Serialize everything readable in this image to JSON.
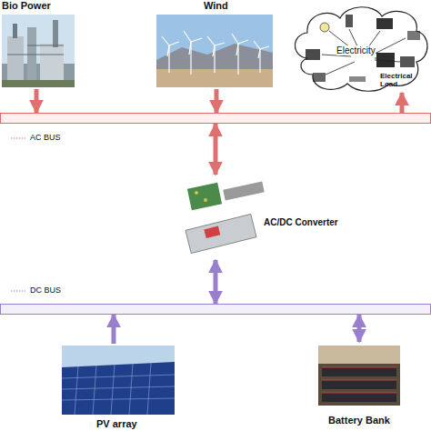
{
  "diagram": {
    "nodes": [
      {
        "text": [
          "Bio Power"
        ]
      },
      {
        "text": [
          "Wind"
        ]
      },
      {
        "text": [
          "Electricity",
          "Electrical Load"
        ]
      },
      {
        "text": [
          "AC BUS"
        ]
      },
      {
        "text": [
          "AC/DC Converter"
        ]
      },
      {
        "text": [
          "DC BUS"
        ]
      },
      {
        "text": [
          "PV array"
        ]
      },
      {
        "text": [
          "Battery Bank"
        ]
      }
    ],
    "edges": [
      {
        "from": 0,
        "to": 3,
        "arrow": "to"
      },
      {
        "from": 1,
        "to": 3,
        "arrow": "to"
      },
      {
        "from": 3,
        "to": 2,
        "arrow": "to"
      },
      {
        "from": 3,
        "to": 4,
        "arrow": "both"
      },
      {
        "from": 4,
        "to": 5,
        "arrow": "both"
      },
      {
        "from": 6,
        "to": 5,
        "arrow": "to"
      },
      {
        "from": 7,
        "to": 5,
        "arrow": "both"
      }
    ]
  }
}
